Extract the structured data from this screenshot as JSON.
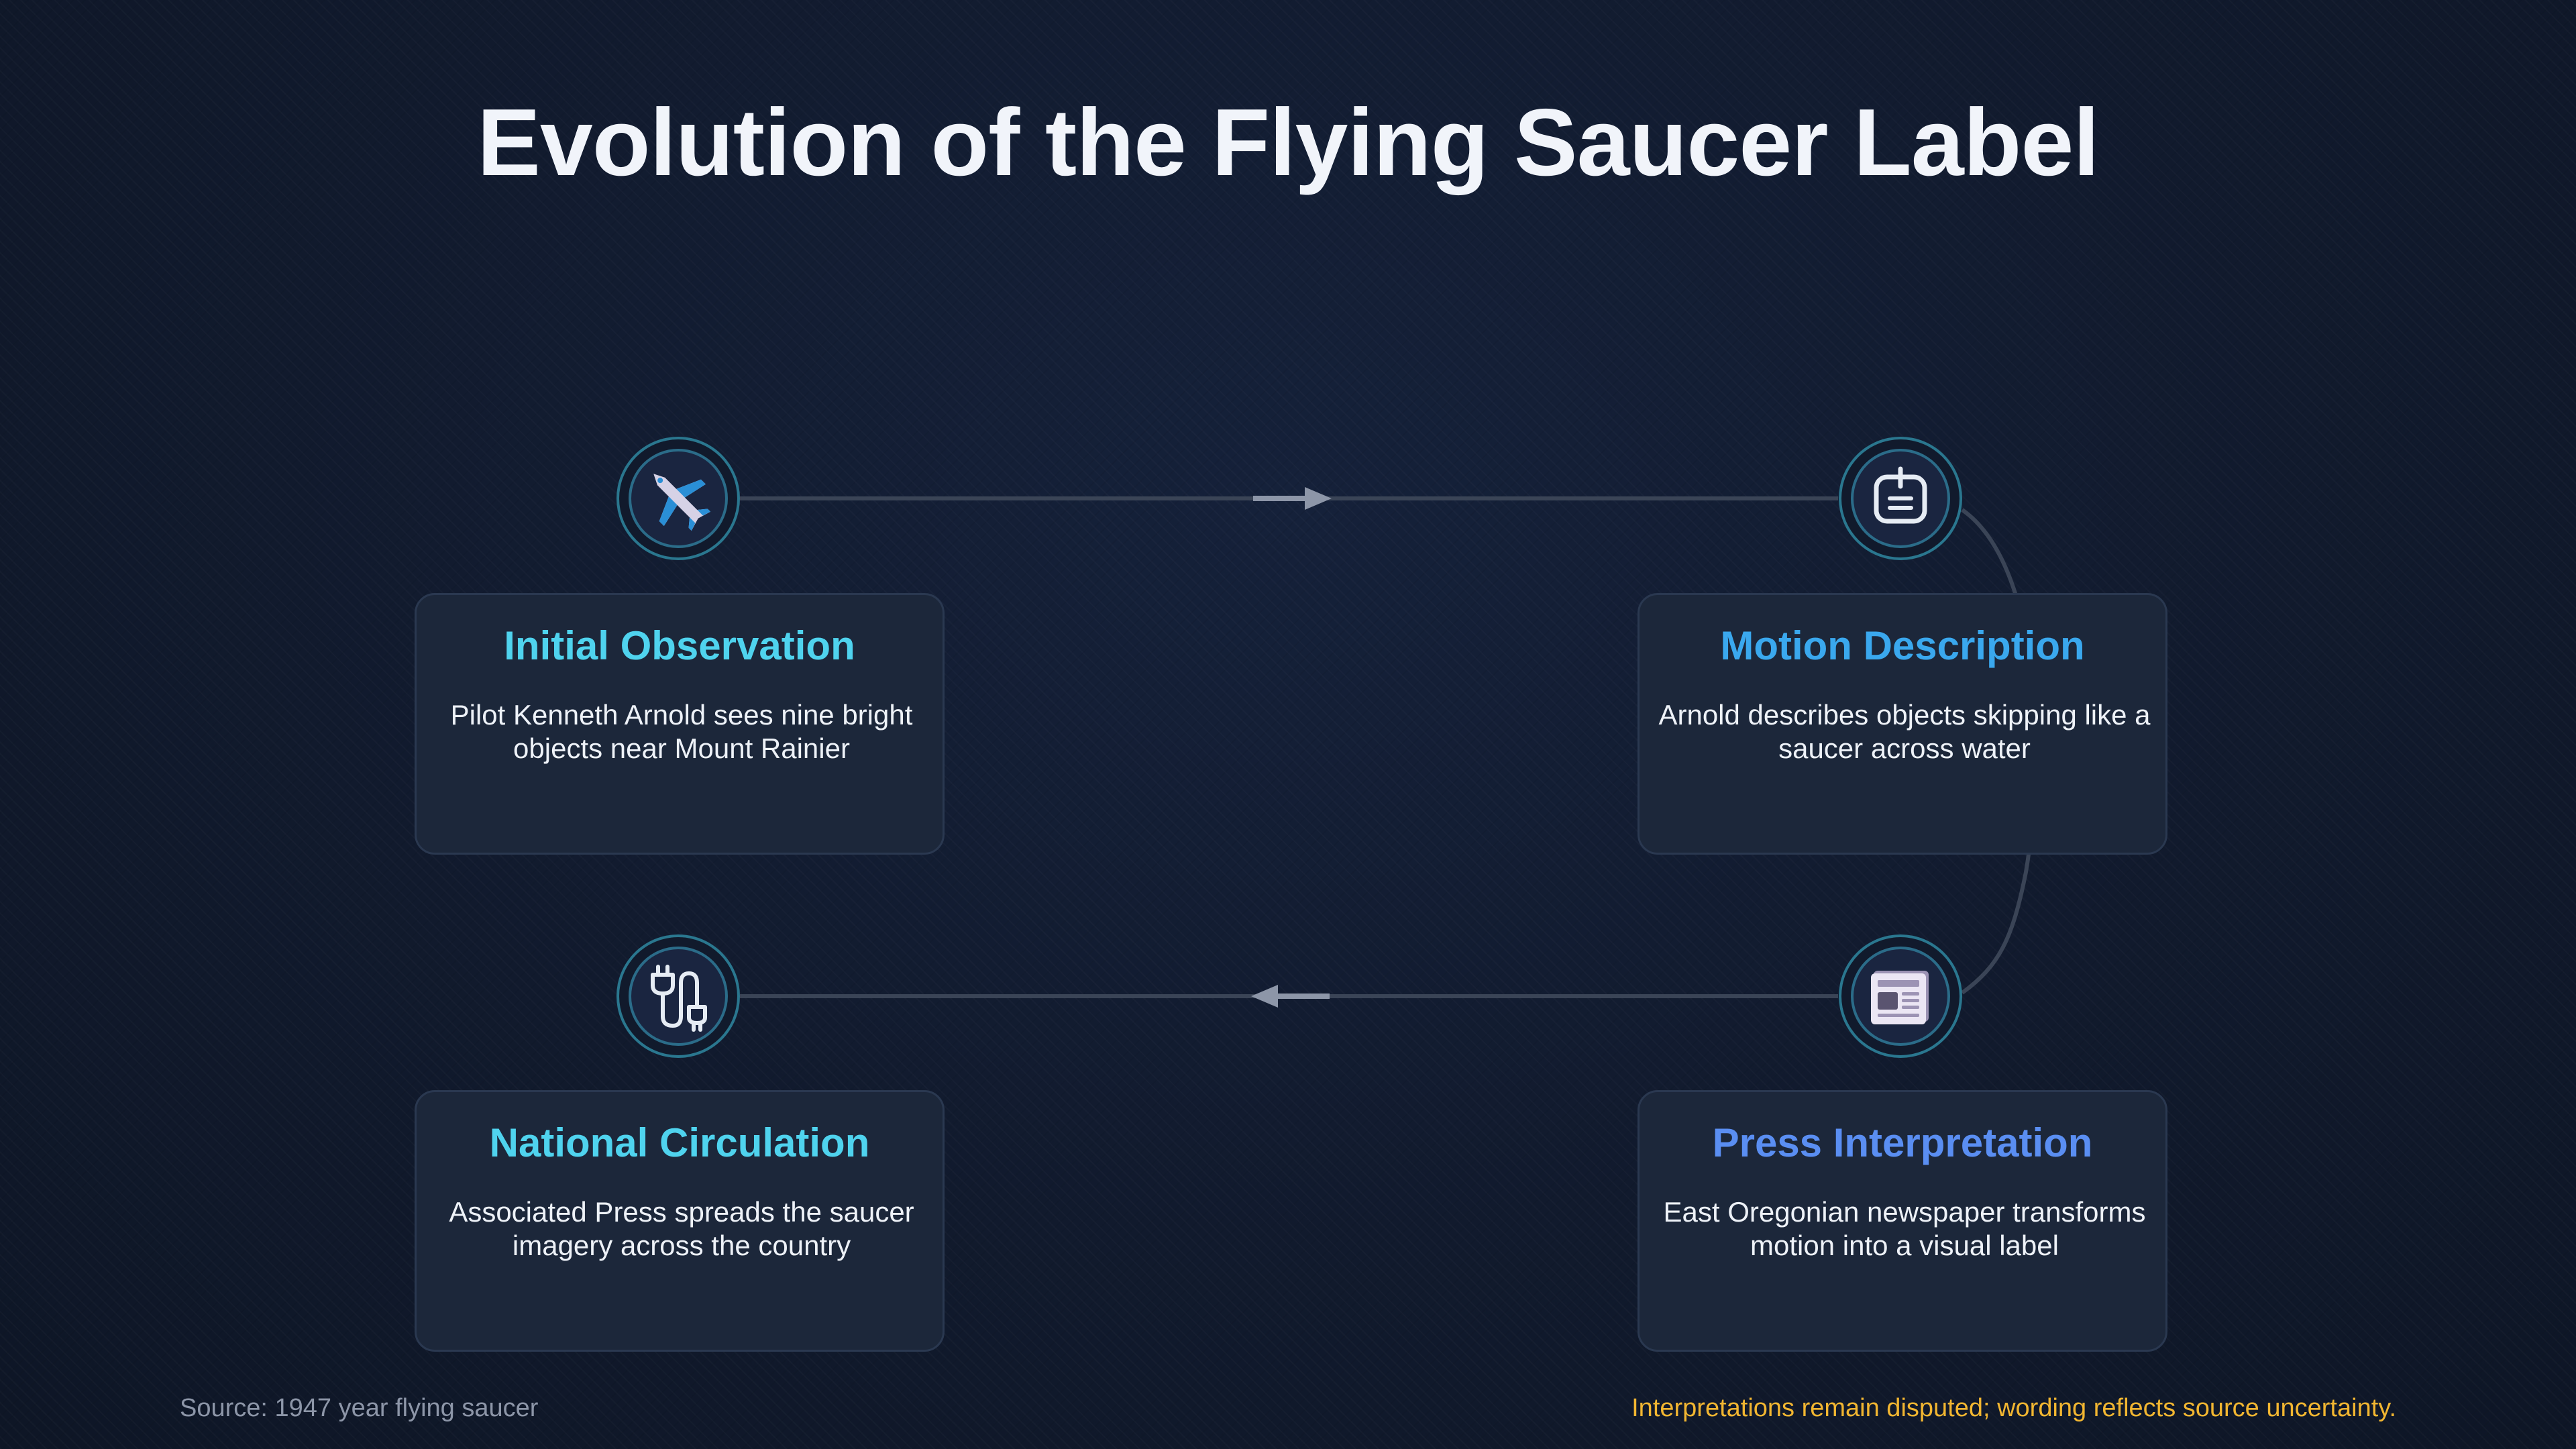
{
  "title": "Evolution of the Flying Saucer Label",
  "stages": [
    {
      "title": "Initial Observation",
      "description": "Pilot Kenneth Arnold sees nine bright objects near Mount Rainier",
      "icon": "airplane-icon",
      "title_color": "#4fd3ee"
    },
    {
      "title": "Motion Description",
      "description": "Arnold describes objects skipping like a saucer across water",
      "icon": "device-icon",
      "title_color": "#3aa8ee"
    },
    {
      "title": "Press Interpretation",
      "description": "East Oregonian newspaper transforms motion into a visual label",
      "icon": "newspaper-icon",
      "title_color": "#5a8ef2"
    },
    {
      "title": "National Circulation",
      "description": "Associated Press spreads the saucer imagery across the country",
      "icon": "plug-icon",
      "title_color": "#4fd3ee"
    }
  ],
  "footer": {
    "source": "Source: 1947 year flying saucer",
    "disclaimer": "Interpretations remain disputed; wording reflects source uncertainty."
  },
  "colors": {
    "background": "#111a2c",
    "card": "#1c273a",
    "connector": "#3a4456",
    "ring": "#40c4e2",
    "disclaimer": "#f2b631"
  }
}
